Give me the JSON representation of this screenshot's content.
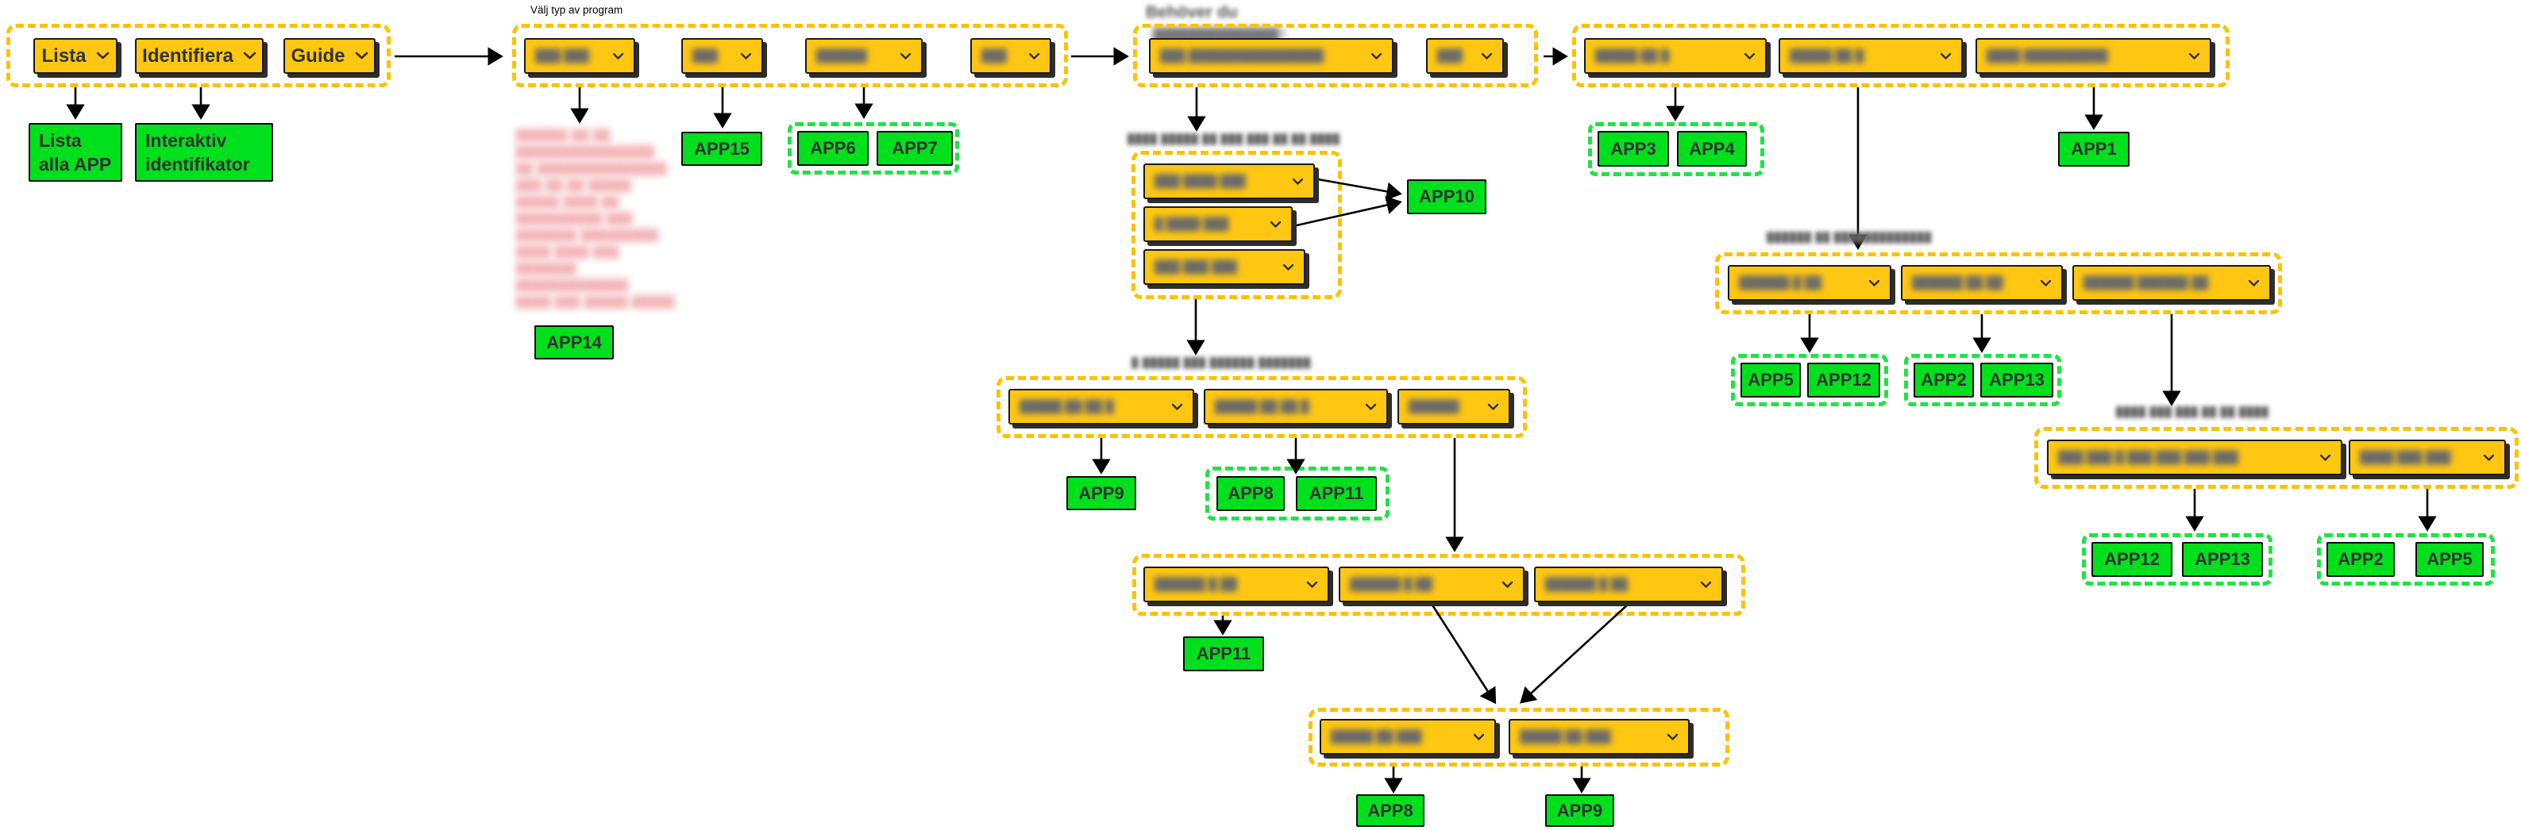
{
  "labels": {
    "valj_typ": "Välj typ av program",
    "behover_du": "Behöver du"
  },
  "mode_buttons": {
    "lista": "Lista",
    "identifiera": "Identifiera",
    "guide": "Guide"
  },
  "result_boxes": {
    "lista_alla_line1": "Lista",
    "lista_alla_line2": "alla APP",
    "interaktiv_line1": "Interaktiv",
    "interaktiv_line2": "identifikator"
  },
  "apps": {
    "app1": "APP1",
    "app2": "APP2",
    "app3": "APP3",
    "app4": "APP4",
    "app5": "APP5",
    "app6": "APP6",
    "app7": "APP7",
    "app8": "APP8",
    "app9": "APP9",
    "app10": "APP10",
    "app11": "APP11",
    "app12": "APP12",
    "app13": "APP13",
    "app14": "APP14",
    "app15": "APP15"
  },
  "blurred": {
    "c_title2": "██████████████?",
    "b1": "███ ███",
    "b2": "███",
    "b3": "██████",
    "b4": "███",
    "c1": "███ ████████████████",
    "c2": "███",
    "d1": "███ ████ ███",
    "d2": "█ ████ ███",
    "d3": "███ ███ ███",
    "e1": "█████ ██ ██ █",
    "e2": "█████ ██ ██ █",
    "e3": "██████",
    "f1": "██████ █ ██",
    "f2": "██████ █ ██",
    "f3": "██████ █ ██",
    "g1": "█████ ██ ███",
    "g2": "█████ ██ ███",
    "h1": "█████ ██ █",
    "h2": "█████ ██ █",
    "h3": "████ ██████████",
    "i1": "██████ █ ██",
    "i2": "██████ ██ ██",
    "i3": "██████ ██████ ██",
    "j1": "███ ███ █ ███ ███ ███ ███",
    "j2": "████ ███ ███",
    "q1": "████ █████ ██ ███ ███ ██ ██ ████",
    "q2": "█ █████ ███ ██████ ███████",
    "q3": "██████ ██ █████████████",
    "q4": "████ ███ ███ ██ ██ ████",
    "red_lines": [
      "██████ ██ ██",
      "████████████████",
      "██ ███████████████",
      "███ ██ ██ █████",
      "█████ ████ ██",
      "██████████ ███",
      "███████ █████████",
      "████ ████ ███",
      "███████",
      "█████████████",
      "████ ███ █████ █████"
    ]
  }
}
